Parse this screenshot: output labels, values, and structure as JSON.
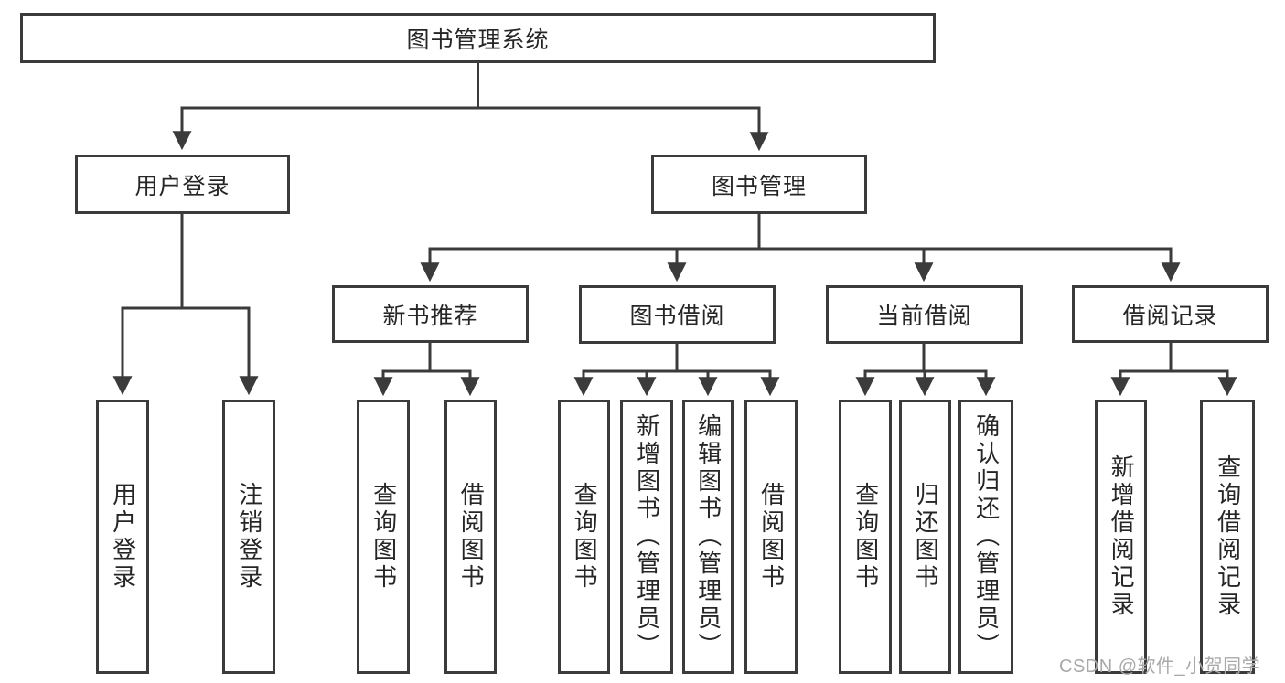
{
  "colors": {
    "line": "#3b3b3b",
    "box_border": "#3b3b3b",
    "text": "#262626",
    "background": "#ffffff",
    "watermark": "#a9a9a9"
  },
  "watermark": {
    "text": "CSDN @软件_小贺同学"
  },
  "tree": {
    "label": "图书管理系统",
    "children": [
      {
        "label": "用户登录",
        "children": [
          {
            "label": "用户登录"
          },
          {
            "label": "注销登录"
          }
        ]
      },
      {
        "label": "图书管理",
        "children": [
          {
            "label": "新书推荐",
            "children": [
              {
                "label": "查询图书"
              },
              {
                "label": "借阅图书"
              }
            ]
          },
          {
            "label": "图书借阅",
            "children": [
              {
                "label": "查询图书"
              },
              {
                "label": "新增图书（管理员）"
              },
              {
                "label": "编辑图书（管理员）"
              },
              {
                "label": "借阅图书"
              }
            ]
          },
          {
            "label": "当前借阅",
            "children": [
              {
                "label": "查询图书"
              },
              {
                "label": "归还图书"
              },
              {
                "label": "确认归还（管理员）"
              }
            ]
          },
          {
            "label": "借阅记录",
            "children": [
              {
                "label": "新增借阅记录"
              },
              {
                "label": "查询借阅记录"
              }
            ]
          }
        ]
      }
    ]
  }
}
